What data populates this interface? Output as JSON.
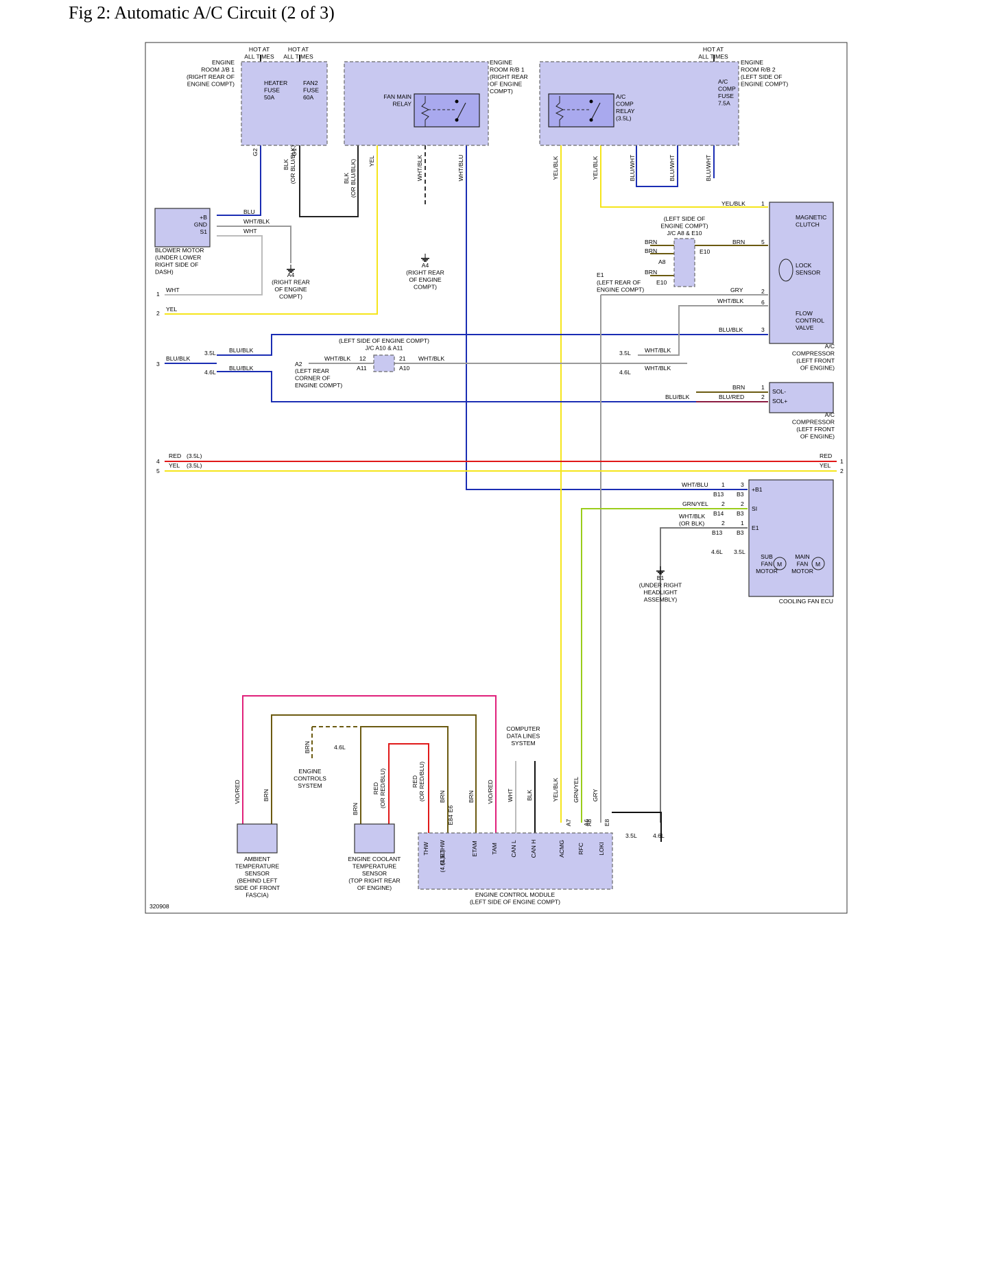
{
  "page": {
    "title": "Fig 2: Automatic A/C Circuit (2 of 3)"
  },
  "diagram": {
    "figure_id": "320908",
    "colors": {
      "blu": "#1a2db3",
      "yel": "#f5e51a",
      "red": "#e01818",
      "brn": "#6b5a10",
      "pink": "#e0207a",
      "grn_yel": "#9acd1a",
      "gry": "#9a9a9a",
      "blk": "#111111",
      "wht": "#c8c8c8",
      "box_fill": "#c8c8f0",
      "dashed_border": "#6a6a6a"
    },
    "components": {
      "engine_room_jb1": [
        "ENGINE",
        "ROOM J/B 1",
        "(RIGHT REAR OF",
        "ENGINE COMPT)"
      ],
      "hot_at_all_times": [
        "HOT AT",
        "ALL TIMES"
      ],
      "heater_fuse": [
        "HEATER",
        "FUSE",
        "50A"
      ],
      "fan2_fuse": [
        "FAN2",
        "FUSE",
        "60A"
      ],
      "engine_room_rb1": [
        "ENGINE",
        "ROOM R/B 1",
        "(RIGHT REAR",
        "OF ENGINE",
        "COMPT)"
      ],
      "fan_main_relay": [
        "FAN MAIN",
        "RELAY"
      ],
      "ac_comp_relay": [
        "A/C",
        "COMP",
        "RELAY",
        "(3.5L)"
      ],
      "ac_comp_fuse": [
        "A/C",
        "COMP",
        "FUSE",
        "7.5A"
      ],
      "engine_room_rb2": [
        "ENGINE",
        "ROOM R/B 2",
        "(LEFT SIDE OF",
        "ENGINE COMPT)"
      ],
      "blower_motor": [
        "BLOWER MOTOR",
        "(UNDER LOWER",
        "RIGHT SIDE OF",
        "DASH)"
      ],
      "blower_pins": [
        "+B",
        "GND",
        "S1"
      ],
      "ground_a4_right": [
        "A4",
        "(RIGHT REAR",
        "OF ENGINE",
        "COMPT)"
      ],
      "jc_a8_e10": [
        "(LEFT SIDE OF",
        "ENGINE COMPT)",
        "J/C A8 & E10"
      ],
      "ground_e1": [
        "(LEFT REAR OF",
        "ENGINE COMPT)"
      ],
      "magnetic_clutch": [
        "MAGNETIC",
        "CLUTCH"
      ],
      "lock_sensor": [
        "LOCK",
        "SENSOR"
      ],
      "flow_control_valve": [
        "FLOW",
        "CONTROL",
        "VALVE"
      ],
      "ac_compressor": [
        "A/C",
        "COMPRESSOR",
        "(LEFT FRONT",
        "OF ENGINE)"
      ],
      "jc_a10_a11": [
        "(LEFT SIDE OF ENGINE COMPT)",
        "J/C A10 & A11"
      ],
      "ground_a2": [
        "(LEFT REAR",
        "CORNER OF",
        "ENGINE COMPT)"
      ],
      "solenoid_pins": [
        "SOL-",
        "SOL+"
      ],
      "cooling_fan_ecu": "COOLING FAN ECU",
      "ecu_pins": [
        "+B1",
        "SI",
        "E1"
      ],
      "sub_fan_motor": [
        "SUB",
        "FAN",
        "MOTOR"
      ],
      "main_fan_motor": [
        "MAIN",
        "FAN",
        "MOTOR"
      ],
      "ground_b1": [
        "B1",
        "(UNDER RIGHT",
        "HEADLIGHT",
        "ASSEMBLY)"
      ],
      "engine_controls_system": [
        "ENGINE",
        "CONTROLS",
        "SYSTEM"
      ],
      "computer_data_lines": [
        "COMPUTER",
        "DATA LINES",
        "SYSTEM"
      ],
      "ambient_temp_sensor": [
        "AMBIENT",
        "TEMPERATURE",
        "SENSOR",
        "(BEHIND LEFT",
        "SIDE OF FRONT",
        "FASCIA)"
      ],
      "engine_coolant_temp_sensor": [
        "ENGINE COOLANT",
        "TEMPERATURE",
        "SENSOR",
        "(TOP RIGHT REAR",
        "OF ENGINE)"
      ],
      "ecm": [
        "ENGINE CONTROL MODULE",
        "(LEFT SIDE OF ENGINE COMPT)"
      ],
      "ecm_pins": [
        "THW",
        "ETHW",
        "ETAM",
        "TAM",
        "CAN L",
        "CAN H",
        "ACMG",
        "RFC",
        "LOKI"
      ],
      "ethw_variants": [
        "(3.5L)",
        "(4.6L)"
      ]
    },
    "wire_labels": {
      "top_vertical": [
        "G2",
        "BLK\n(OR BLU/BLK)",
        "O1",
        "BLK\n(OR BLU/BLK)",
        "YEL",
        "WHT/BLK",
        "WHT/BLU",
        "YEL/BLK",
        "YEL/BLK",
        "BLU/WHT",
        "BLU/WHT",
        "BLU/WHT"
      ],
      "horizontal": [
        "BLU",
        "WHT/BLK",
        "WHT",
        "WHT",
        "YEL",
        "BLU/BLK",
        "BLU/BLK",
        "BLU/BLK",
        "WHT/BLK",
        "WHT/BLK",
        "WHT/BLK",
        "WHT/BLK",
        "YEL/BLK",
        "BRN",
        "BRN",
        "BRN",
        "BRN",
        "GRY",
        "WHT/BLK",
        "BLU/BLK",
        "BRN",
        "BLU/BLK",
        "BLU/RED",
        "RED",
        "YEL",
        "RED",
        "YEL",
        "WHT/BLU",
        "GRN/YEL",
        "WHT/BLK",
        "(OR BLK)"
      ],
      "bottom_vertical": [
        "VIO/RED",
        "BRN",
        "BRN",
        "BRN",
        "RED\n(OR RED/BLU)",
        "RED\n(OR RED/BLU)",
        "BRN",
        "BRN",
        "VIO/RED",
        "WHT",
        "BLK",
        "YEL/BLK",
        "GRN/YEL",
        "GRY"
      ],
      "variants": [
        "3.5L",
        "4.6L",
        "(3.5L)"
      ]
    },
    "connectors": {
      "ac_side": [
        "A8",
        "E10",
        "E1",
        "A4",
        "A2",
        "A11",
        "A10",
        "B1"
      ],
      "fan_ecu": [
        "B13",
        "B3",
        "B14"
      ],
      "ecm": [
        "E6",
        "E84",
        "A7",
        "A6",
        "A8",
        "E8"
      ]
    },
    "pin_numbers": {
      "left_edge": [
        "1",
        "2",
        "3",
        "4",
        "5"
      ],
      "right_edge": [
        "1",
        "2"
      ]
    }
  }
}
